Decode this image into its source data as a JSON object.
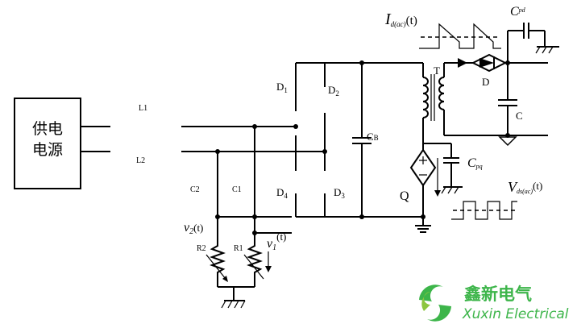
{
  "labels": {
    "supply_line1": "供电",
    "supply_line2": "电源",
    "L1": "L1",
    "L2": "L2",
    "C2": "C2",
    "C1": "C1",
    "R2": "R2",
    "R1": "R1",
    "v2_main": "v",
    "v2_sub": "2",
    "v2_t": "(t)",
    "v1_main": "v",
    "v1_sub": "1",
    "v1_t": "(t)",
    "D1_main": "D",
    "D1_sub": "1",
    "D2_main": "D",
    "D2_sub": "2",
    "D3_main": "D",
    "D3_sub": "3",
    "D4_main": "D",
    "D4_sub": "4",
    "CB_main": "C",
    "CB_sub": "B",
    "T": "T",
    "D": "D",
    "C": "C",
    "Q": "Q",
    "Id_main": "I",
    "Id_sub": "d(ac)",
    "Id_t": "(t)",
    "Cpd_main": "C",
    "Cpd_sub": "pd",
    "Cpq_main": "C",
    "Cpq_sub": "pq",
    "Vds_main": "V",
    "Vds_sub": "ds(ac)",
    "Vds_t": "(t)",
    "logo_cn": "鑫新电气",
    "logo_en": "Xuxin Electrical"
  },
  "colors": {
    "line": "#000000",
    "logo_green": "#3db54a",
    "logo_blue": "#1f8bd6"
  },
  "icons": [
    "ground-icon",
    "diode-icon",
    "capacitor-icon",
    "resistor-icon",
    "transformer-icon",
    "current-source-icon",
    "logo-icon"
  ]
}
